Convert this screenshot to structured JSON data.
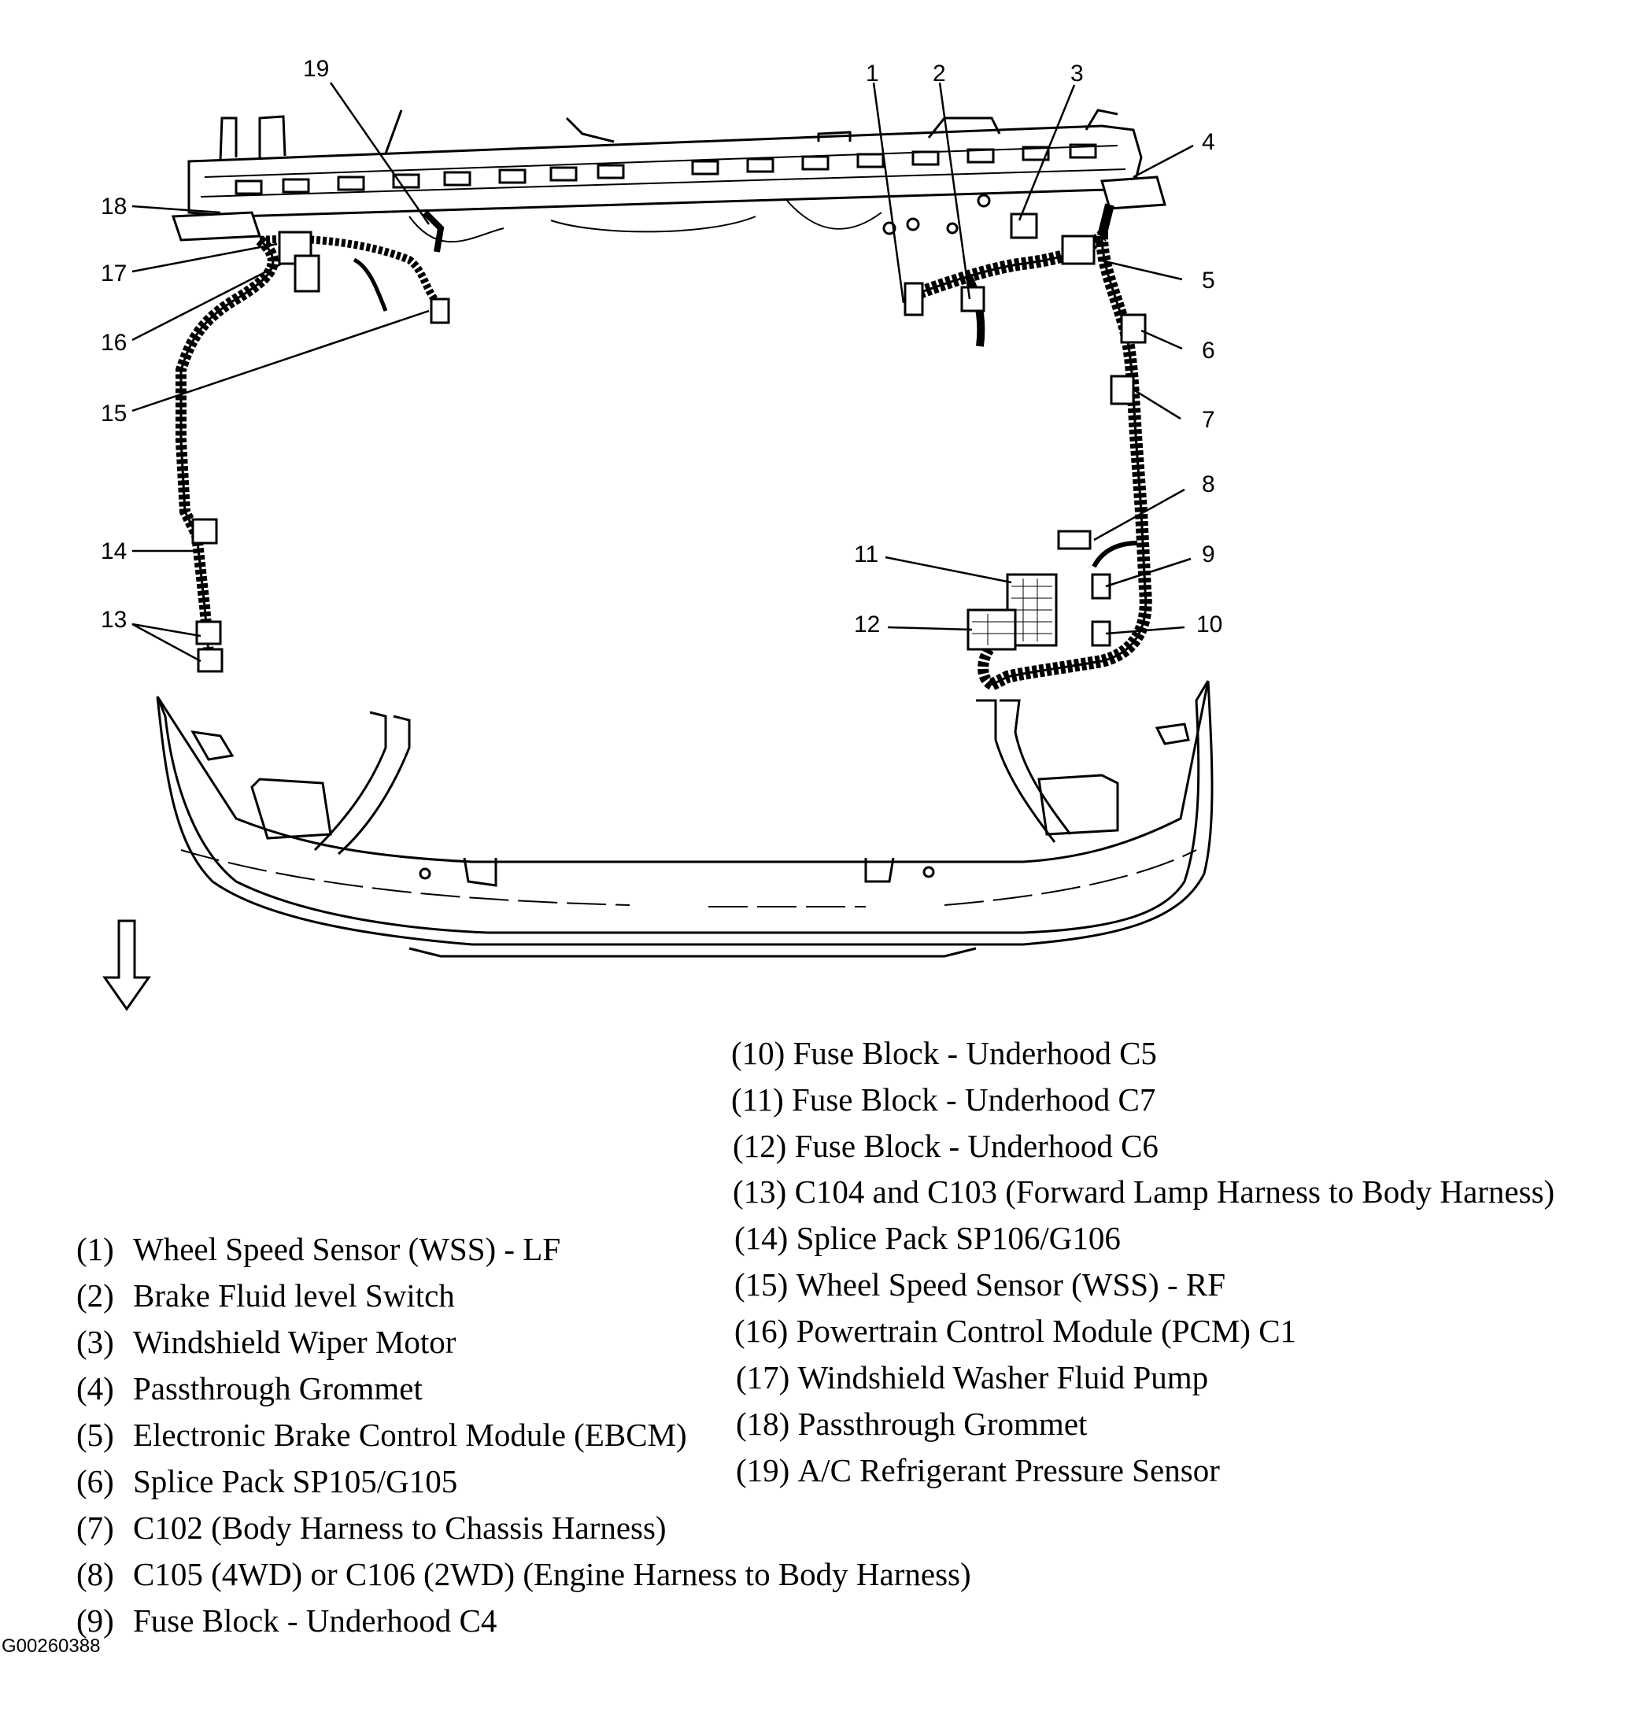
{
  "callouts": [
    "1",
    "2",
    "3",
    "4",
    "5",
    "6",
    "7",
    "8",
    "9",
    "10",
    "11",
    "12",
    "13",
    "14",
    "15",
    "16",
    "17",
    "18",
    "19"
  ],
  "legend_left": [
    {
      "num": "(1)",
      "label": "Wheel Speed Sensor (WSS) - LF"
    },
    {
      "num": "(2)",
      "label": "Brake Fluid level Switch"
    },
    {
      "num": "(3)",
      "label": "Windshield Wiper Motor"
    },
    {
      "num": "(4)",
      "label": "Passthrough Grommet"
    },
    {
      "num": "(5)",
      "label": "Electronic Brake Control Module (EBCM)"
    },
    {
      "num": "(6)",
      "label": "Splice Pack SP105/G105"
    },
    {
      "num": "(7)",
      "label": "C102 (Body Harness to Chassis Harness)"
    },
    {
      "num": "(8)",
      "label": "C105 (4WD) or C106 (2WD) (Engine Harness to Body Harness)"
    },
    {
      "num": "(9)",
      "label": "Fuse Block - Underhood C4"
    }
  ],
  "legend_right": [
    {
      "num": "(10)",
      "label": "Fuse Block - Underhood C5"
    },
    {
      "num": "(11)",
      "label": "Fuse Block - Underhood C7"
    },
    {
      "num": "(12)",
      "label": "Fuse Block - Underhood C6"
    },
    {
      "num": "(13)",
      "label": "C104 and C103 (Forward Lamp Harness to Body Harness)"
    },
    {
      "num": "(14)",
      "label": "Splice Pack SP106/G106"
    },
    {
      "num": "(15)",
      "label": "Wheel Speed Sensor (WSS) - RF"
    },
    {
      "num": "(16)",
      "label": "Powertrain Control Module (PCM) C1"
    },
    {
      "num": "(17)",
      "label": "Windshield Washer Fluid Pump"
    },
    {
      "num": "(18)",
      "label": "Passthrough Grommet"
    },
    {
      "num": "(19)",
      "label": "A/C Refrigerant Pressure Sensor"
    }
  ],
  "figure_id": "G00260388"
}
